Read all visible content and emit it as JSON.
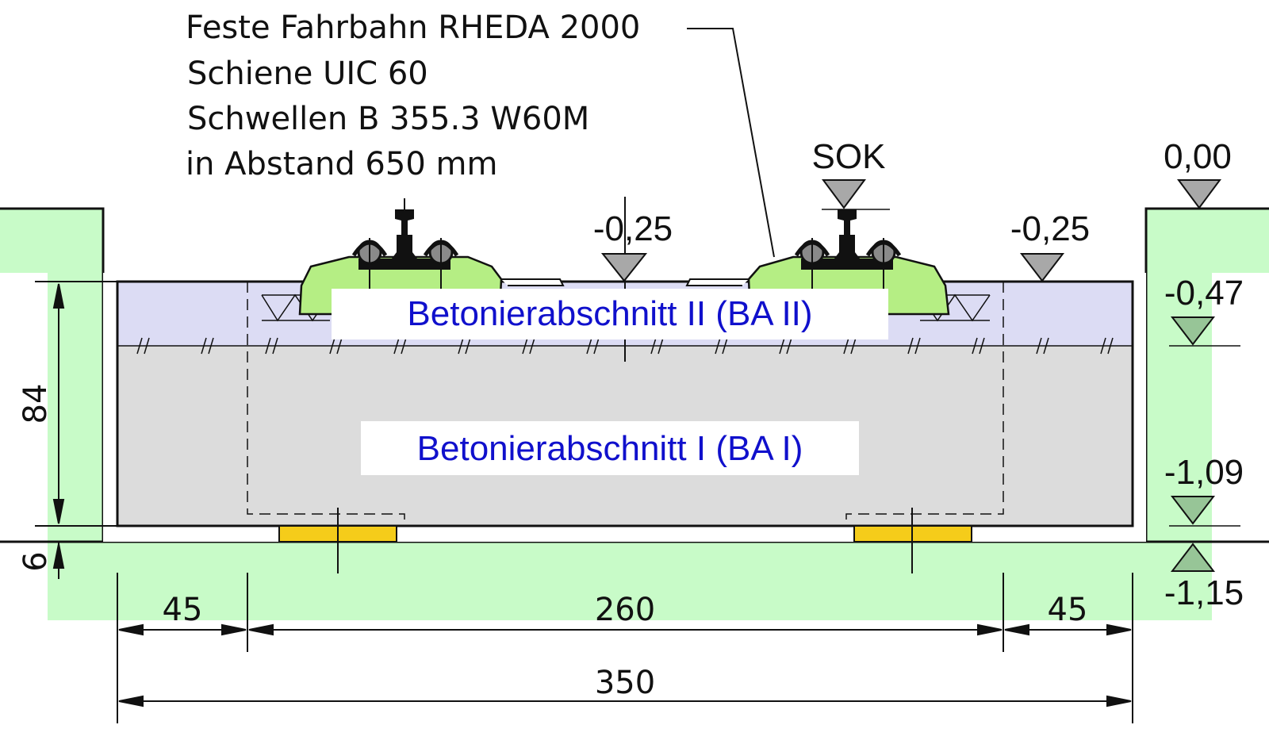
{
  "title": {
    "line1": "Feste Fahrbahn RHEDA 2000",
    "line2": "Schiene UIC 60",
    "line3": "Schwellen B 355.3 W60M",
    "line4": "in Abstand 650 mm"
  },
  "levels": {
    "sok": "SOK",
    "top_right": "0,00",
    "mid_left": "-0,25",
    "mid_right": "-0,25",
    "l047": "-0,47",
    "l109": "-1,09",
    "l115": "-1,15"
  },
  "sections": {
    "ba2": "Betonierabschnitt II (BA II)",
    "ba1": "Betonierabschnitt I (BA I)"
  },
  "dimensions": {
    "height_main": "84",
    "height_base": "6",
    "left_edge": "45",
    "center": "260",
    "right_edge": "45",
    "total": "350"
  },
  "colors": {
    "ground": "#c8fbc8",
    "slab_upper": "#dcdcf4",
    "slab_lower": "#dcdcdc",
    "bearing": "#f5cc1a",
    "rail_pad": "#b5ee84",
    "level_marker": "#a8a8a8",
    "level_marker_green": "#97c597",
    "section_text": "#1010cc"
  }
}
